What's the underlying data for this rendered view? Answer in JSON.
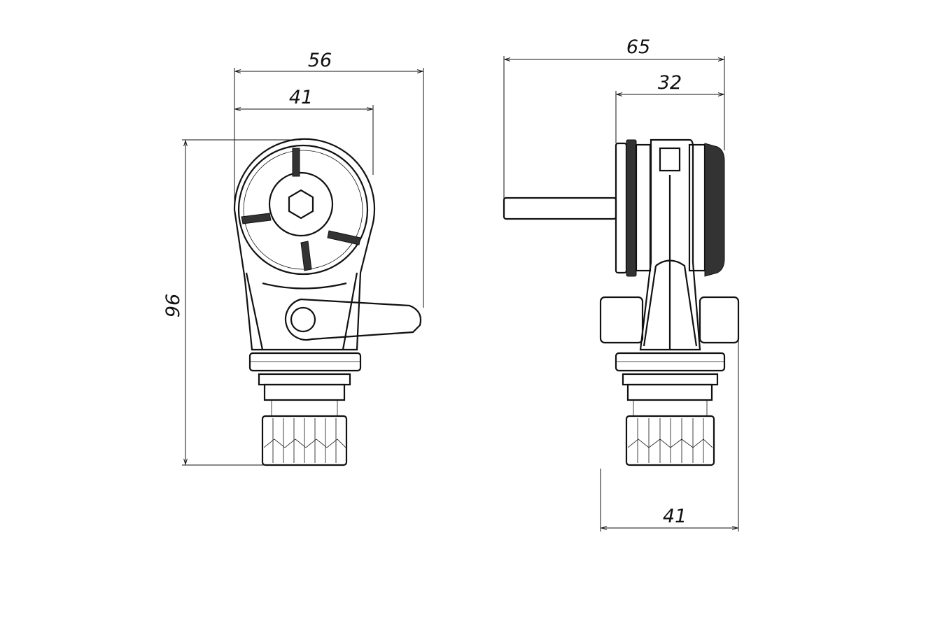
{
  "drawing": {
    "front_view": {
      "width_overall": "56",
      "width_body": "41",
      "height_overall": "96"
    },
    "side_view": {
      "depth_overall": "65",
      "depth_body": "32",
      "width_base": "41"
    }
  }
}
